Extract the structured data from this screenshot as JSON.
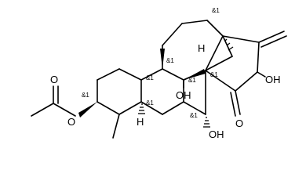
{
  "colors": {
    "background": "#ffffff",
    "ink": "#000000"
  },
  "atom_labels": {
    "o_ketone_acetate": "O",
    "o_ester_acetate": "O",
    "o_ring_ketone": "O",
    "oh_c9": "OH",
    "oh_c7": "OH",
    "oh_bridge": "OH",
    "h_c5": "H",
    "h_bridge": "H"
  },
  "stereo_marks": {
    "c3": "&1",
    "c5": "&1",
    "c8": "&1",
    "c9": "&1",
    "c10": "&1",
    "c7": "&1",
    "c13": "&1",
    "c14": "&1"
  }
}
